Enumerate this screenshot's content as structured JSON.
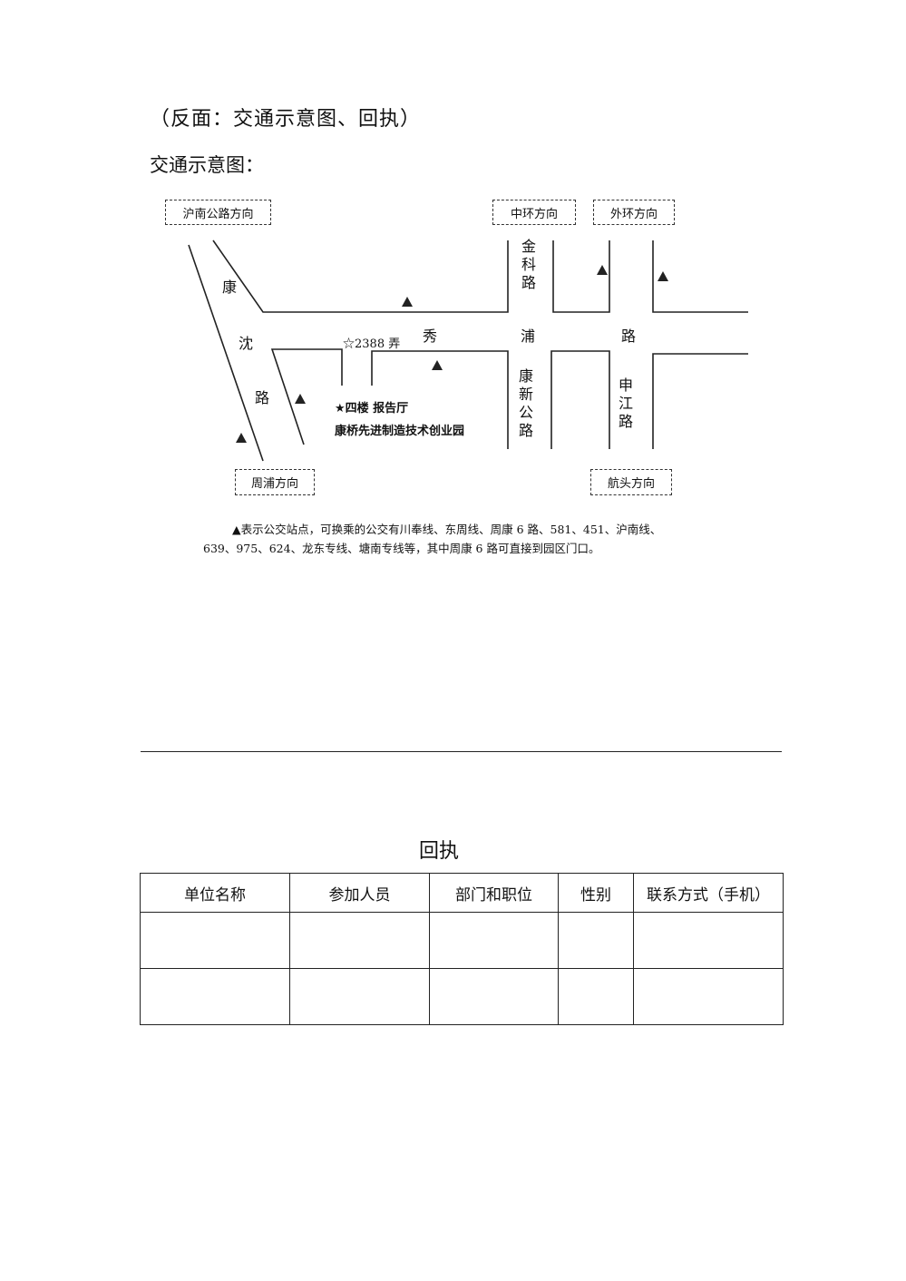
{
  "header": {
    "title": "（反面：交通示意图、回执）",
    "map_heading": "交通示意图："
  },
  "map": {
    "direction_boxes": {
      "hunan": "沪南公路方向",
      "zhonghuan": "中环方向",
      "waihuan": "外环方向",
      "zhoupu": "周浦方向",
      "hangtou": "航头方向"
    },
    "roads": {
      "kangshen": [
        "康",
        "沈",
        "路"
      ],
      "xiupu": [
        "秀",
        "浦",
        "路"
      ],
      "jinke": "金科路",
      "kangxin": "康新公路",
      "shenjiang": "申江路"
    },
    "lane": "☆2388 弄",
    "venue_line1": "★四楼  报告厅",
    "venue_line2": "康桥先进制造技术创业园",
    "bus_stop_icon": "triangle-icon"
  },
  "note": {
    "line1": "▲表示公交站点，可换乘的公交有川奉线、东周线、周康 6 路、581、451、沪南线、",
    "line2": "639、975、624、龙东专线、塘南专线等，其中周康 6 路可直接到园区门口。"
  },
  "receipt": {
    "title": "回执",
    "columns": [
      "单位名称",
      "参加人员",
      "部门和职位",
      "性别",
      "联系方式（手机）"
    ],
    "rows": [
      [
        "",
        "",
        "",
        "",
        ""
      ],
      [
        "",
        "",
        "",
        "",
        ""
      ]
    ]
  }
}
